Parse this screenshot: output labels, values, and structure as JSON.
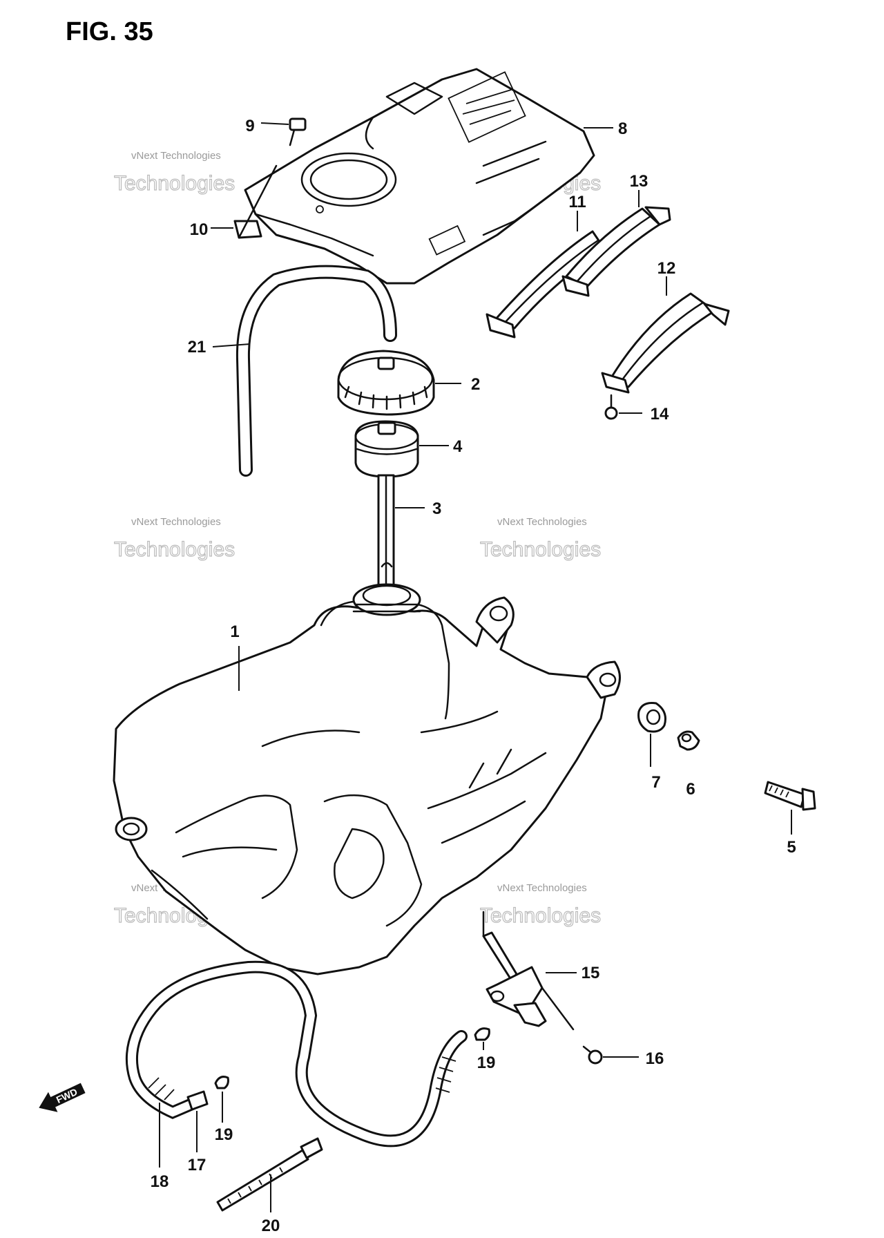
{
  "figure": {
    "title": "FIG. 35"
  },
  "watermark": {
    "line1": "vNext Technologies",
    "line2": "Technologies",
    "line3": "vNext"
  },
  "direction_marker": {
    "label": "FWD"
  },
  "colors": {
    "ink": "#111111",
    "background": "#ffffff",
    "watermark": "#9a9a9a"
  },
  "callouts": [
    {
      "id": "c1",
      "number": "1"
    },
    {
      "id": "c2",
      "number": "2"
    },
    {
      "id": "c3",
      "number": "3"
    },
    {
      "id": "c4",
      "number": "4"
    },
    {
      "id": "c5",
      "number": "5"
    },
    {
      "id": "c6",
      "number": "6"
    },
    {
      "id": "c7",
      "number": "7"
    },
    {
      "id": "c8",
      "number": "8"
    },
    {
      "id": "c9",
      "number": "9"
    },
    {
      "id": "c10",
      "number": "10"
    },
    {
      "id": "c11",
      "number": "11"
    },
    {
      "id": "c12",
      "number": "12"
    },
    {
      "id": "c13",
      "number": "13"
    },
    {
      "id": "c14",
      "number": "14"
    },
    {
      "id": "c15",
      "number": "15"
    },
    {
      "id": "c16",
      "number": "16"
    },
    {
      "id": "c17",
      "number": "17"
    },
    {
      "id": "c18",
      "number": "18"
    },
    {
      "id": "c19a",
      "number": "19"
    },
    {
      "id": "c19b",
      "number": "19"
    },
    {
      "id": "c20",
      "number": "20"
    },
    {
      "id": "c21",
      "number": "21"
    }
  ]
}
